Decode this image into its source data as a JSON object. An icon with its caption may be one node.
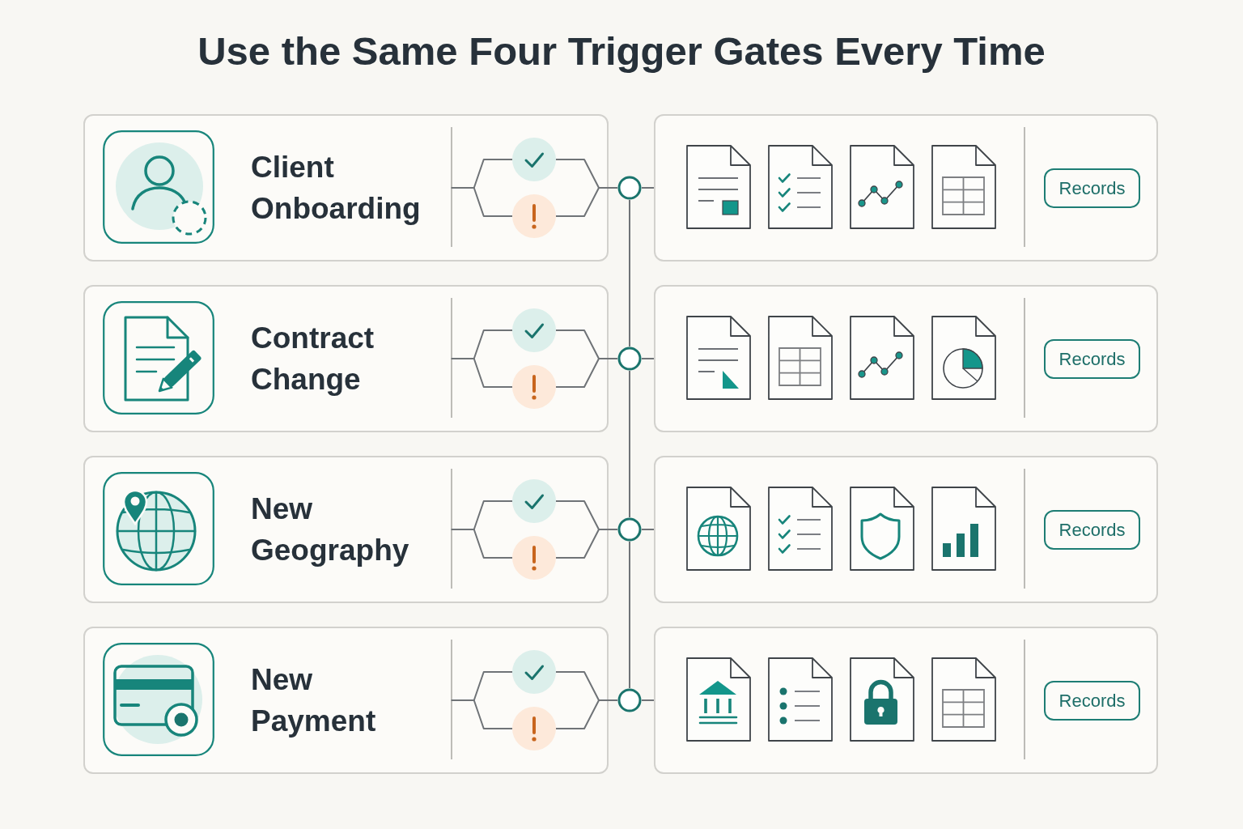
{
  "diagram": {
    "title": "Use the Same Four Trigger Gates Every Time",
    "nodes": [
      {
        "text": [
          "Client Onboarding"
        ]
      },
      {
        "text": [],
        "shape": "circle",
        "in": 0
      },
      {
        "text": [],
        "shape": "circle",
        "in": 0
      },
      {
        "text": [],
        "shape": "circle"
      },
      {
        "text": [],
        "shape": "box"
      },
      {
        "text": [
          "Records"
        ],
        "in": 4
      },
      {
        "text": [
          "Contract Change"
        ]
      },
      {
        "text": [],
        "shape": "circle",
        "in": 6
      },
      {
        "text": [],
        "shape": "circle",
        "in": 6
      },
      {
        "text": [],
        "shape": "circle"
      },
      {
        "text": [],
        "shape": "box"
      },
      {
        "text": [
          "Records"
        ],
        "in": 10
      },
      {
        "text": [
          "New Geography"
        ]
      },
      {
        "text": [],
        "shape": "circle",
        "in": 12
      },
      {
        "text": [],
        "shape": "circle",
        "in": 12
      },
      {
        "text": [],
        "shape": "circle"
      },
      {
        "text": [],
        "shape": "box"
      },
      {
        "text": [
          "Records"
        ],
        "in": 16
      },
      {
        "text": [
          "New Payment"
        ]
      },
      {
        "text": [],
        "shape": "circle",
        "in": 18
      },
      {
        "text": [],
        "shape": "circle",
        "in": 18
      },
      {
        "text": [],
        "shape": "circle"
      },
      {
        "text": [],
        "shape": "box"
      },
      {
        "text": [
          "Records"
        ],
        "in": 22
      }
    ],
    "edges": [
      {
        "from": null,
        "to": 1,
        "arrow": "none"
      },
      {
        "from": null,
        "to": 2,
        "arrow": "none"
      },
      {
        "from": 1,
        "to": 3,
        "arrow": "none"
      },
      {
        "from": 2,
        "to": 3,
        "arrow": "none"
      },
      {
        "from": 3,
        "to": 4,
        "arrow": "none"
      },
      {
        "from": null,
        "to": 7,
        "arrow": "none"
      },
      {
        "from": null,
        "to": 8,
        "arrow": "none"
      },
      {
        "from": 7,
        "to": 9,
        "arrow": "none"
      },
      {
        "from": 8,
        "to": 9,
        "arrow": "none"
      },
      {
        "from": 9,
        "to": 10,
        "arrow": "none"
      },
      {
        "from": null,
        "to": 13,
        "arrow": "none"
      },
      {
        "from": null,
        "to": 14,
        "arrow": "none"
      },
      {
        "from": 13,
        "to": 15,
        "arrow": "none"
      },
      {
        "from": 14,
        "to": 15,
        "arrow": "none"
      },
      {
        "from": 15,
        "to": 16,
        "arrow": "none"
      },
      {
        "from": null,
        "to": 19,
        "arrow": "none"
      },
      {
        "from": null,
        "to": 20,
        "arrow": "none"
      },
      {
        "from": 19,
        "to": 21,
        "arrow": "none"
      },
      {
        "from": 20,
        "to": 21,
        "arrow": "none"
      },
      {
        "from": 21,
        "to": 22,
        "arrow": "none"
      },
      {
        "from": 3,
        "to": 9,
        "arrow": "none"
      },
      {
        "from": 9,
        "to": 15,
        "arrow": "none"
      },
      {
        "from": 15,
        "to": 21,
        "arrow": "none"
      }
    ]
  }
}
